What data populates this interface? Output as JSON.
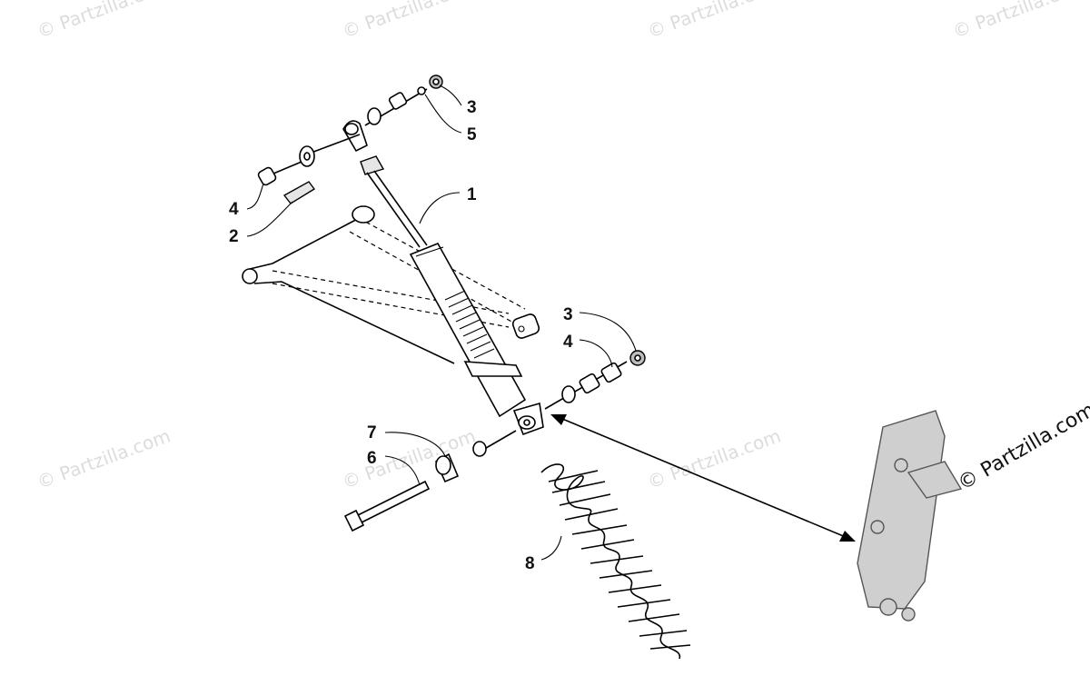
{
  "watermark": {
    "text": "© Partzilla.com",
    "corner_text": "© Partzilla.com"
  },
  "callouts": [
    {
      "id": "c1",
      "number": "1"
    },
    {
      "id": "c2",
      "number": "2"
    },
    {
      "id": "c3a",
      "number": "3"
    },
    {
      "id": "c3b",
      "number": "3"
    },
    {
      "id": "c4a",
      "number": "4"
    },
    {
      "id": "c4b",
      "number": "4"
    },
    {
      "id": "c5",
      "number": "5"
    },
    {
      "id": "c6",
      "number": "6"
    },
    {
      "id": "c7",
      "number": "7"
    },
    {
      "id": "c8",
      "number": "8"
    }
  ]
}
